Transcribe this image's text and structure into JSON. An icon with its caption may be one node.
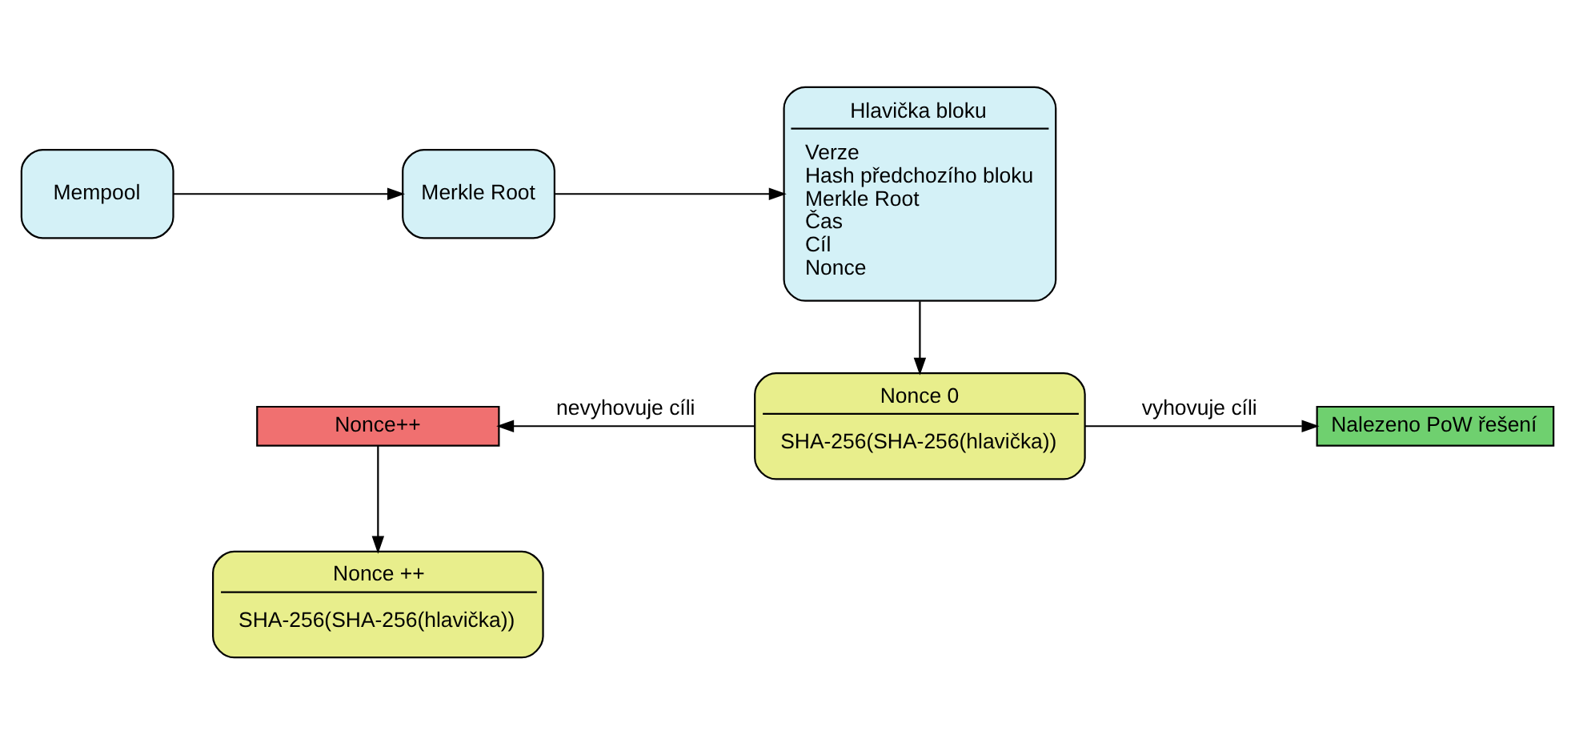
{
  "diagram": {
    "nodes": [
      {
        "text": [
          "Mempool"
        ]
      },
      {
        "text": [
          "Merkle Root"
        ]
      },
      {
        "text": [
          "Hlavička bloku",
          "Verze",
          "Hash předchozího bloku",
          "Merkle Root",
          "Čas",
          "Cíl",
          "Nonce"
        ]
      },
      {
        "text": [
          "Nonce 0",
          "SHA-256(SHA-256(hlavička))"
        ]
      },
      {
        "text": [
          "Nonce++"
        ]
      },
      {
        "text": [
          "Nalezeno PoW řešení"
        ]
      },
      {
        "text": [
          "Nonce ++",
          "SHA-256(SHA-256(hlavička))"
        ]
      }
    ],
    "edges": [
      {
        "from": 0,
        "to": 1,
        "arrow": "to"
      },
      {
        "from": 1,
        "to": 2,
        "arrow": "to"
      },
      {
        "from": 2,
        "to": 3,
        "arrow": "to"
      },
      {
        "from": 3,
        "to": 4,
        "arrow": "to",
        "label": "nevyhovuje cíli"
      },
      {
        "from": 3,
        "to": 5,
        "arrow": "to",
        "label": "vyhovuje cíli"
      },
      {
        "from": 4,
        "to": 6,
        "arrow": "to"
      }
    ]
  }
}
